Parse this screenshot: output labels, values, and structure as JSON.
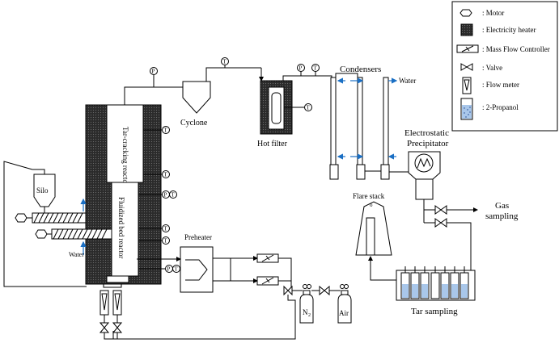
{
  "legend": {
    "motor": ": Motor",
    "heater": ": Electricity heater",
    "mfc": ": Mass Flow Controller",
    "valve": ": Valve",
    "flowmeter": ": Flow meter",
    "propanol": ": 2-Propanol"
  },
  "labels": {
    "silo": "Silo",
    "water_feed": "Water",
    "tar_cracking_reactor": "Tar-cracking reactor",
    "fluidized_bed_reactor": "Fluidized bed reactor",
    "cyclone": "Cyclone",
    "hot_filter": "Hot filter",
    "condensers": "Condensers",
    "water_out": "Water",
    "esp_line1": "Electrostatic",
    "esp_line2": "Precipitator",
    "flare_stack": "Flare stack",
    "gas_sampling_line1": "Gas",
    "gas_sampling_line2": "sampling",
    "preheater": "Preheater",
    "n2": "N",
    "n2_sub": "2",
    "air": "Air",
    "tar_sampling": "Tar sampling"
  },
  "sensors": {
    "pressure": "P",
    "temperature": "T"
  },
  "colors": {
    "heater_fill": "#3a3a3a",
    "propanol_fill": "#a9c7ea",
    "water_arrow": "#1a6fc4"
  }
}
